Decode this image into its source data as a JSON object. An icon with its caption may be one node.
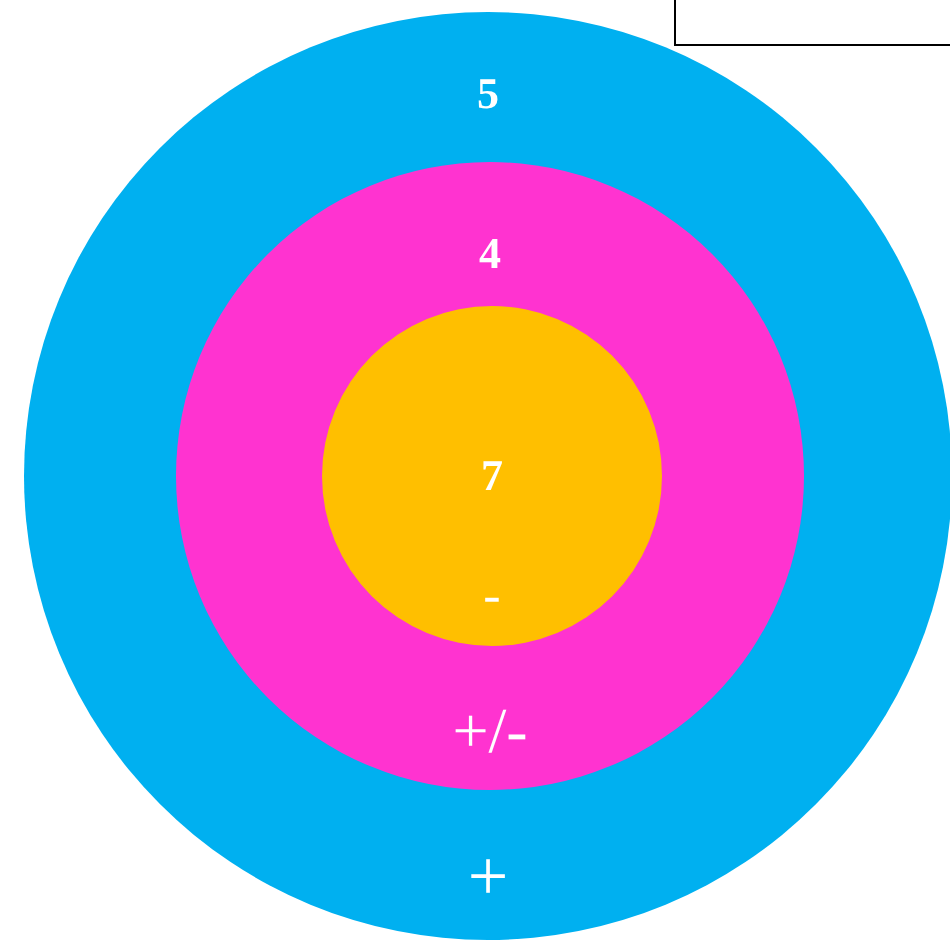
{
  "diagram": {
    "nodes": [
      {
        "text": [
          "5",
          "+"
        ]
      },
      {
        "text": [
          "4",
          "+/-"
        ],
        "in": 0
      },
      {
        "text": [
          "7",
          "-"
        ],
        "in": 1
      },
      {
        "text": [],
        "shape": "box"
      }
    ]
  }
}
